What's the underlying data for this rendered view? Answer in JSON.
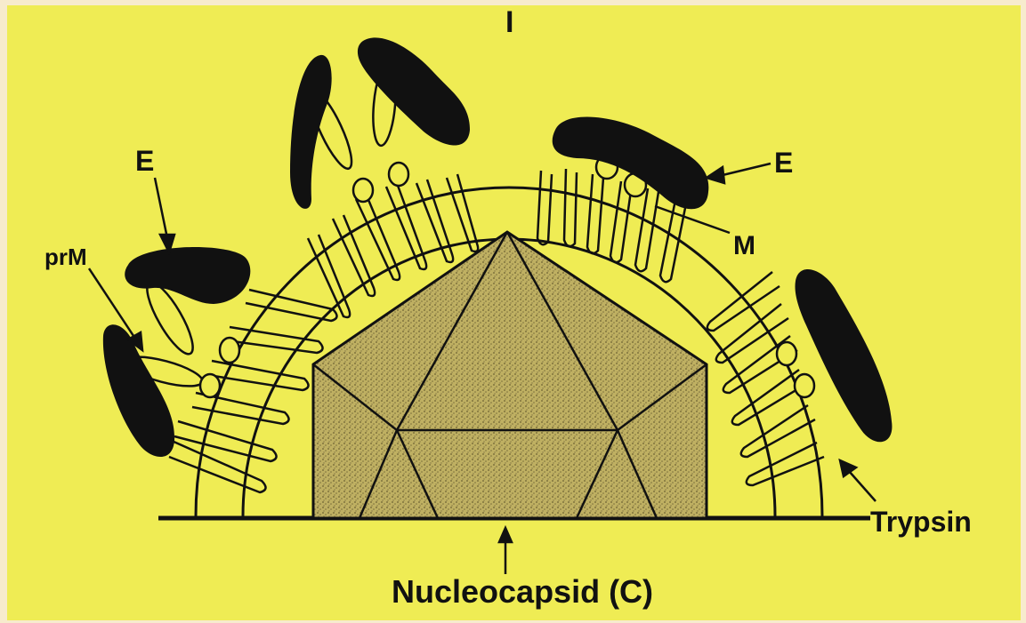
{
  "labels": {
    "e_left": "E",
    "prm": "prM",
    "e_right": "E",
    "m": "M",
    "trypsin": "Trypsin",
    "nucleocapsid": "Nucleocapsid (C)",
    "top_mark": "I"
  },
  "colors": {
    "background": "#efec54",
    "border": "#f7ebcd",
    "ink": "#111111",
    "capsid_fill": "#b9aa5e"
  }
}
